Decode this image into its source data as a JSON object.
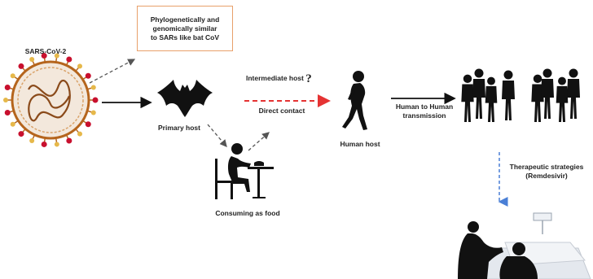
{
  "labels": {
    "virus": "SARS-CoV-2",
    "note": "Phylogenetically and\ngenomically similar\nto SARs like bat CoV",
    "primary_host": "Primary host",
    "intermediate_host": "Intermediate host",
    "intermediate_q": "?",
    "direct_contact": "Direct contact",
    "human_host": "Human host",
    "h2h": "Human to Human\ntransmission",
    "food": "Consuming as food",
    "therapy": "Therapeutic strategies\n(Remdesivir)"
  },
  "icons": [
    "virus-icon",
    "bat-icon",
    "eating-person-icon",
    "walking-person-icon",
    "crowd-icon",
    "patient-care-icon"
  ],
  "colors": {
    "red_dash": "#e53333",
    "blue_dash": "#4a7fd6",
    "box_border": "#e8a06a",
    "virus_ring": "#b5651d",
    "spike_red": "#c8102e",
    "spike_yellow": "#e6b84a"
  }
}
